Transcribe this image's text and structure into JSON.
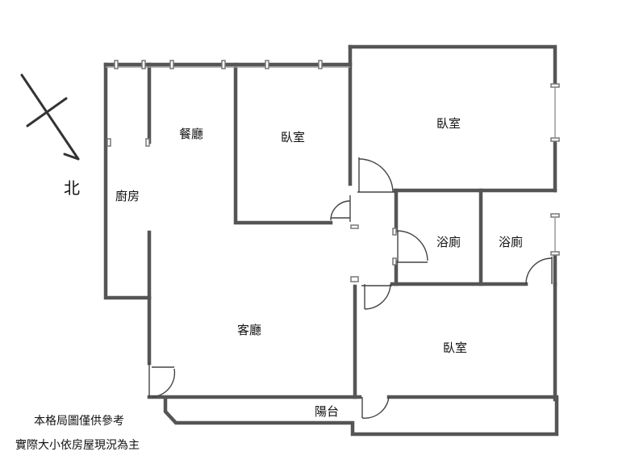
{
  "compass": {
    "label": "北"
  },
  "rooms": {
    "dining": "餐廳",
    "kitchen": "廚房",
    "bedroom_center": "臥室",
    "bedroom_top_right": "臥室",
    "bath_left": "浴廁",
    "bath_right": "浴廁",
    "living": "客廳",
    "bedroom_bottom_right": "臥室",
    "balcony": "陽台"
  },
  "disclaimer": {
    "line1": "本格局圖僅供參考",
    "line2": "實際大小依房屋現況為主"
  },
  "colors": {
    "wall": "#555555",
    "door": "#444444",
    "window": "#777777"
  }
}
